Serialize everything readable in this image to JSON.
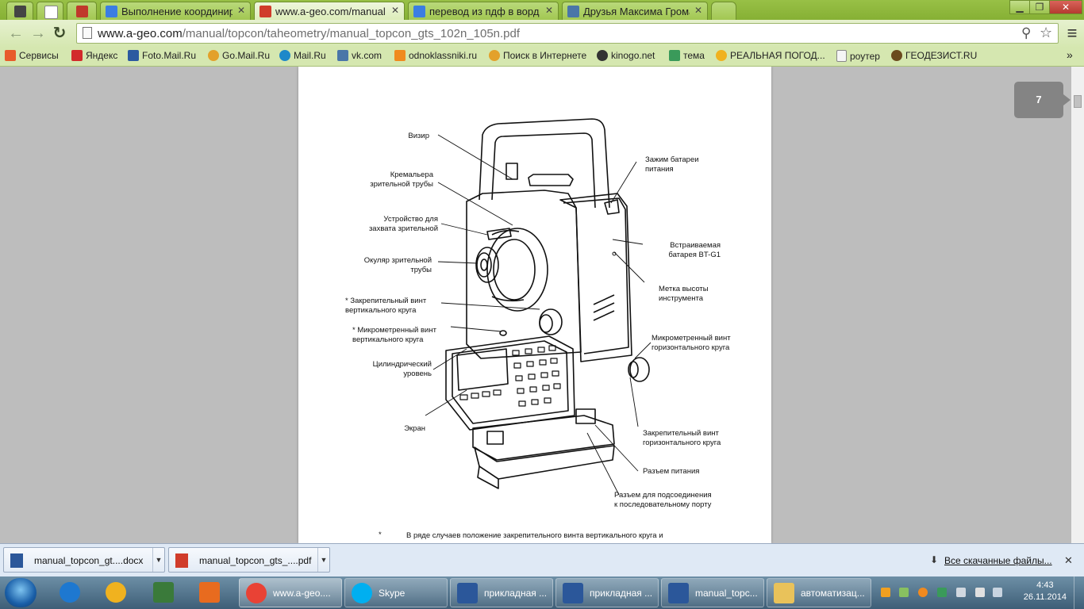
{
  "tabs": [
    {
      "label": "",
      "icon": "app-pin-icon",
      "color": "#444444"
    },
    {
      "label": "",
      "icon": "blank-page-icon",
      "color": "#ffffff"
    },
    {
      "label": "",
      "icon": "shield-favicon-icon",
      "color": "#c0392b"
    },
    {
      "label": "Выполнение координир",
      "icon": "google-favicon-icon",
      "color": "#3b7de2"
    },
    {
      "label": "www.a-geo.com/manual",
      "icon": "a-geo-favicon-icon",
      "color": "#d03c2a",
      "active": true
    },
    {
      "label": "перевод из пдф в ворд в",
      "icon": "google-favicon-icon",
      "color": "#3b7de2"
    },
    {
      "label": "Друзья Максима Громан",
      "icon": "vk-favicon-icon",
      "color": "#4a76a8"
    }
  ],
  "window_controls": {
    "minimize": "▁",
    "maximize": "❐",
    "close": "✕"
  },
  "toolbar": {
    "back": "←",
    "forward": "→",
    "reload": "↻",
    "url_host": "www.a-geo.com",
    "url_path": "/manual/topcon/taheometry/manual_topcon_gts_102n_105n.pdf",
    "search_icon": "⚲",
    "star_icon": "☆",
    "menu_icon": "≡"
  },
  "bookmarks": [
    {
      "label": "Сервисы",
      "color": "#e85c2a"
    },
    {
      "label": "Яндекс",
      "color": "#d22b2b"
    },
    {
      "label": "Foto.Mail.Ru",
      "color": "#2c5aa0"
    },
    {
      "label": "Go.Mail.Ru",
      "color": "#e3a12b"
    },
    {
      "label": "Mail.Ru",
      "color": "#1e88c9"
    },
    {
      "label": "vk.com",
      "color": "#4a76a8"
    },
    {
      "label": "odnoklassniki.ru",
      "color": "#f08a1f"
    },
    {
      "label": "Поиск в Интернете",
      "color": "#e3a12b"
    },
    {
      "label": "kinogo.net",
      "color": "#333333"
    },
    {
      "label": "тема",
      "color": "#3a9a5a"
    },
    {
      "label": "РЕАЛЬНАЯ ПОГОД...",
      "color": "#f0b21f"
    },
    {
      "label": "роутер",
      "color": "#f5f5f5"
    },
    {
      "label": "ГЕОДЕЗИСТ.RU",
      "color": "#6b4a1e"
    }
  ],
  "viewer": {
    "page_number": "7",
    "labels": {
      "vizir": "Визир",
      "kremalera": "Кремальера\nзрительной трубы",
      "ustroystvo": "Устройство для\nзахвата зрительной",
      "okular": "Окуляр зрительной\nтрубы",
      "zakrep_vert": "* Закрепительный винт\nвертикального круга",
      "mikro_vert": "* Микрометренный винт\nвертикального круга",
      "tsilindr": "Цилиндрический\nуровень",
      "ekran": "Экран",
      "zazhim": "Зажим батареи\nпитания",
      "batareya": "Встраиваемая\nбатарея BT-G1",
      "metka": "Метка высоты\nинструмента",
      "mikro_hor": "Микрометренный винт\nгоризонтального круга",
      "zakrep_hor": "Закрепительный винт\nгоризонтального круга",
      "razem_pit": "Разъем питания",
      "razem_port": "Разъем для подсоединения\nк последовательному порту"
    },
    "footnote_star": "*",
    "footnote": "В ряде случаев положение закрепительного винта вертикального круга и"
  },
  "downloads": {
    "items": [
      {
        "label": "manual_topcon_gt....docx",
        "icon": "word-doc-icon",
        "color": "#2b579a"
      },
      {
        "label": "manual_topcon_gts_....pdf",
        "icon": "pdf-file-icon",
        "color": "#d03c2a"
      }
    ],
    "show_all": "Все скачанные файлы...",
    "close": "✕"
  },
  "taskbar": {
    "pinned": [
      {
        "name": "ie-icon",
        "color": "#1e78d0"
      },
      {
        "name": "archicad-icon",
        "color": "#f0b21f"
      },
      {
        "name": "map-app-icon",
        "color": "#3a7a3a"
      },
      {
        "name": "media-player-icon",
        "color": "#e86b1f"
      }
    ],
    "windows": [
      {
        "label": "www.a-geo....",
        "icon": "chrome-icon",
        "color": "#e94235",
        "active": true
      },
      {
        "label": "Skype",
        "icon": "skype-icon",
        "color": "#00aff0"
      },
      {
        "label": "прикладная ...",
        "icon": "word-icon",
        "color": "#2b579a"
      },
      {
        "label": "прикладная ...",
        "icon": "word-icon",
        "color": "#2b579a"
      },
      {
        "label": "manual_topc...",
        "icon": "word-icon",
        "color": "#2b579a"
      },
      {
        "label": "автоматизац...",
        "icon": "folder-icon",
        "color": "#e9c25a"
      }
    ],
    "clock_time": "4:43",
    "clock_date": "26.11.2014"
  }
}
